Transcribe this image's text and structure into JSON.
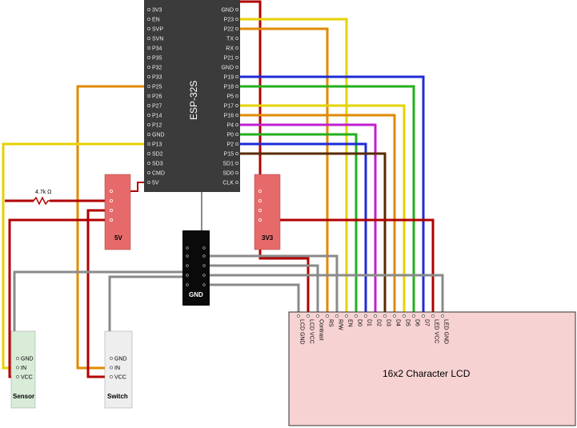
{
  "esp32": {
    "name": "ESP-32S",
    "left_pins": [
      "3V3",
      "EN",
      "SVP",
      "SVN",
      "P34",
      "P35",
      "P32",
      "P33",
      "P25",
      "P26",
      "P27",
      "P14",
      "P12",
      "GND",
      "P13",
      "SD2",
      "SD3",
      "CMD",
      "5V"
    ],
    "right_pins": [
      "GND",
      "P23",
      "P22",
      "TX",
      "RX",
      "P21",
      "GND",
      "P19",
      "P18",
      "P5",
      "P17",
      "P16",
      "P4",
      "P0",
      "P2",
      "P15",
      "SD1",
      "SD0",
      "CLK"
    ]
  },
  "rail_5v": {
    "label": "5V"
  },
  "rail_3v3": {
    "label": "3V3"
  },
  "rail_gnd": {
    "label": "GND"
  },
  "resistor": {
    "label": "4.7k Ω"
  },
  "sensor": {
    "title": "Sensor",
    "pins": [
      "GND",
      "IN",
      "VCC"
    ]
  },
  "switch": {
    "title": "Switch",
    "pins": [
      "GND",
      "IN",
      "VCC"
    ]
  },
  "lcd": {
    "title": "16x2 Character LCD",
    "pins": [
      "LCD GND",
      "LCD VCC",
      "Contrast",
      "RS",
      "R/W",
      "EN",
      "D0",
      "D1",
      "D2",
      "D3",
      "D4",
      "D5",
      "D6",
      "D7",
      "LED VCC",
      "LED GND"
    ]
  },
  "colors": {
    "red": "#b00000",
    "yellow": "#e6d200",
    "orange": "#e08a00",
    "blue": "#1f2bd6",
    "green": "#22b11d",
    "magenta": "#c21fcf",
    "brown": "#5a2a00",
    "gray": "#8a8a8a",
    "esp_body": "#3b3b3b",
    "rail": "#e76a6a",
    "lcd_body": "#f7d2d2"
  }
}
